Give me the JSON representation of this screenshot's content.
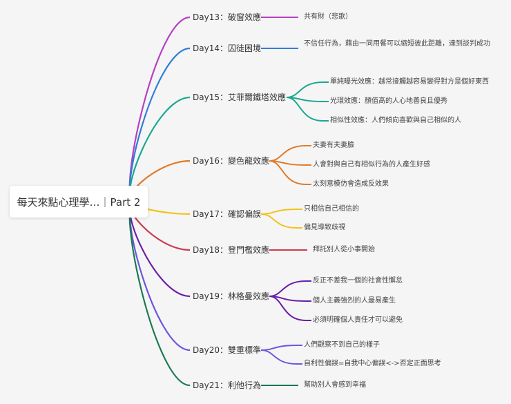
{
  "root": {
    "label": "每天來點心理學…｜Part 2"
  },
  "topics": [
    {
      "label": "Day13：破窗效應",
      "color": "#b73fc4",
      "children": [
        {
          "label": "共有財（悲歌）"
        }
      ]
    },
    {
      "label": "Day14：囚徒困境",
      "color": "#2f7ed8",
      "children": [
        {
          "label": "不信任行為，藉由一同用餐可以縮短彼此距離，達到談判成功"
        }
      ]
    },
    {
      "label": "Day15：艾菲爾鐵塔效應",
      "color": "#1aa88f",
      "children": [
        {
          "label": "單純曝光效應：越常接觸越容易變得對方是個好東西"
        },
        {
          "label": "光環效應：顏值高的人心地善良且優秀"
        },
        {
          "label": "相似性效應：人們傾向喜歡與自己相似的人"
        }
      ]
    },
    {
      "label": "Day16：變色龍效應",
      "color": "#e07b2a",
      "children": [
        {
          "label": "夫妻有夫妻臉"
        },
        {
          "label": "人會對與自己有相似行為的人產生好感"
        },
        {
          "label": "太刻意模仿會造成反效果"
        }
      ]
    },
    {
      "label": "Day17：確認偏誤",
      "color": "#f2c21b",
      "children": [
        {
          "label": "只相信自己相信的"
        },
        {
          "label": "偏見導致歧視"
        }
      ]
    },
    {
      "label": "Day18：登門檻效應",
      "color": "#cc3b4e",
      "children": [
        {
          "label": "拜託別人從小事開始"
        }
      ]
    },
    {
      "label": "Day19：林格曼效應",
      "color": "#6a1fa8",
      "children": [
        {
          "label": "反正不差我一個的社會性懈怠"
        },
        {
          "label": "個人主義強烈的人最易產生"
        },
        {
          "label": "必須明確個人責任才可以避免"
        }
      ]
    },
    {
      "label": "Day20：雙重標準",
      "color": "#6b57dc",
      "children": [
        {
          "label": "人們觀察不到自己的樣子"
        },
        {
          "label": "自利性偏誤=自我中心偏誤<->否定正面思考"
        }
      ]
    },
    {
      "label": "Day21：利他行為",
      "color": "#1a7a50",
      "children": [
        {
          "label": "幫助別人會感到幸福"
        }
      ]
    }
  ]
}
